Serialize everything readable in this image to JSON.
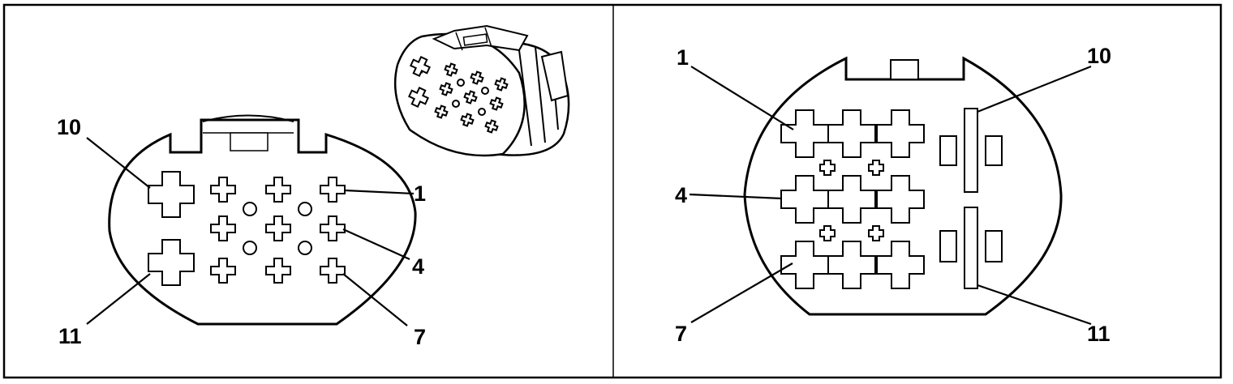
{
  "diagram": {
    "left_view": {
      "labels": {
        "p1": "1",
        "p4": "4",
        "p7": "7",
        "p10": "10",
        "p11": "11"
      }
    },
    "right_view": {
      "labels": {
        "p1": "1",
        "p4": "4",
        "p7": "7",
        "p10": "10",
        "p11": "11"
      }
    }
  }
}
